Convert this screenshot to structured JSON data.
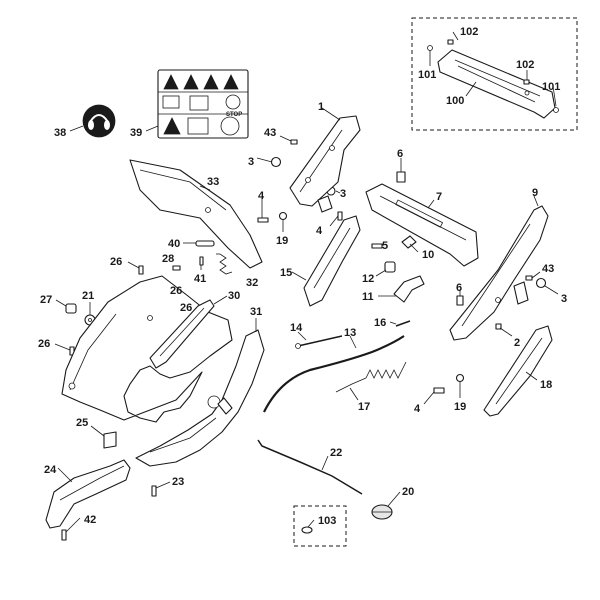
{
  "diagram": {
    "labels": [
      {
        "id": "1",
        "text": "1"
      },
      {
        "id": "2",
        "text": "2"
      },
      {
        "id": "3a",
        "text": "3"
      },
      {
        "id": "3b",
        "text": "3"
      },
      {
        "id": "3c",
        "text": "3"
      },
      {
        "id": "4a",
        "text": "4"
      },
      {
        "id": "4b",
        "text": "4"
      },
      {
        "id": "4c",
        "text": "4"
      },
      {
        "id": "5",
        "text": "5"
      },
      {
        "id": "6a",
        "text": "6"
      },
      {
        "id": "6b",
        "text": "6"
      },
      {
        "id": "7",
        "text": "7"
      },
      {
        "id": "9",
        "text": "9"
      },
      {
        "id": "10",
        "text": "10"
      },
      {
        "id": "11",
        "text": "11"
      },
      {
        "id": "12",
        "text": "12"
      },
      {
        "id": "13",
        "text": "13"
      },
      {
        "id": "14",
        "text": "14"
      },
      {
        "id": "15",
        "text": "15"
      },
      {
        "id": "16",
        "text": "16"
      },
      {
        "id": "17",
        "text": "17"
      },
      {
        "id": "18",
        "text": "18"
      },
      {
        "id": "19a",
        "text": "19"
      },
      {
        "id": "19b",
        "text": "19"
      },
      {
        "id": "20",
        "text": "20"
      },
      {
        "id": "21",
        "text": "21"
      },
      {
        "id": "22",
        "text": "22"
      },
      {
        "id": "23",
        "text": "23"
      },
      {
        "id": "24",
        "text": "24"
      },
      {
        "id": "25",
        "text": "25"
      },
      {
        "id": "26a",
        "text": "26"
      },
      {
        "id": "26b",
        "text": "26"
      },
      {
        "id": "26c",
        "text": "26"
      },
      {
        "id": "26d",
        "text": "26"
      },
      {
        "id": "27",
        "text": "27"
      },
      {
        "id": "28",
        "text": "28"
      },
      {
        "id": "30",
        "text": "30"
      },
      {
        "id": "31",
        "text": "31"
      },
      {
        "id": "32",
        "text": "32"
      },
      {
        "id": "33",
        "text": "33"
      },
      {
        "id": "38",
        "text": "38"
      },
      {
        "id": "39",
        "text": "39"
      },
      {
        "id": "40",
        "text": "40"
      },
      {
        "id": "41",
        "text": "41"
      },
      {
        "id": "42",
        "text": "42"
      },
      {
        "id": "43a",
        "text": "43"
      },
      {
        "id": "43b",
        "text": "43"
      },
      {
        "id": "100",
        "text": "100"
      },
      {
        "id": "101a",
        "text": "101"
      },
      {
        "id": "101b",
        "text": "101"
      },
      {
        "id": "102a",
        "text": "102"
      },
      {
        "id": "102b",
        "text": "102"
      },
      {
        "id": "103",
        "text": "103"
      }
    ],
    "decal_stop_text": "STOP",
    "line_color": "#1a1a1a",
    "background_color": "#ffffff"
  }
}
